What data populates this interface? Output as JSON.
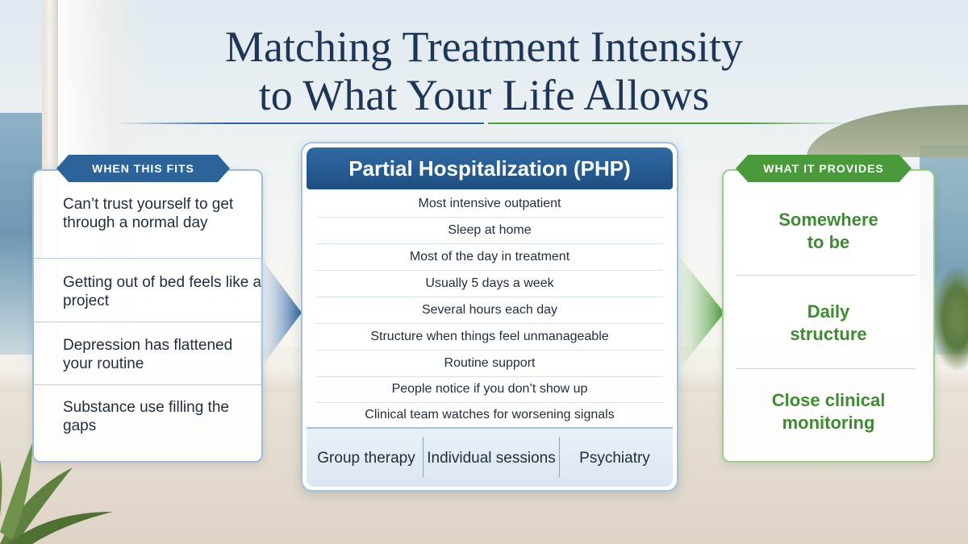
{
  "title": {
    "line1": "Matching Treatment Intensity",
    "line2": "to What Your Life Allows"
  },
  "when_this_fits": {
    "label": "WHEN THIS FITS",
    "items": [
      "Can’t trust yourself to get through a normal day",
      "Getting out of bed feels like a project",
      "Depression has flattened your routine",
      "Substance use filling the gaps"
    ]
  },
  "program": {
    "title": "Partial Hospitalization (PHP)",
    "rows": [
      "Most intensive outpatient",
      "Sleep at home",
      "Most of the day in treatment",
      "Usually 5 days a week",
      "Several hours each day",
      "Structure when things feel unmanageable",
      "Routine support",
      "People notice if you don’t show up",
      "Clinical team watches for worsening signals"
    ],
    "services": [
      "Group therapy",
      "Individual sessions",
      "Psychiatry"
    ]
  },
  "what_it_provides": {
    "label": "WHAT IT PROVIDES",
    "items": [
      "Somewhere to be",
      "Daily structure",
      "Close clinical monitoring"
    ]
  },
  "colors": {
    "navy": "#1d3557",
    "blue": "#2c6399",
    "green": "#4a9a3b"
  }
}
